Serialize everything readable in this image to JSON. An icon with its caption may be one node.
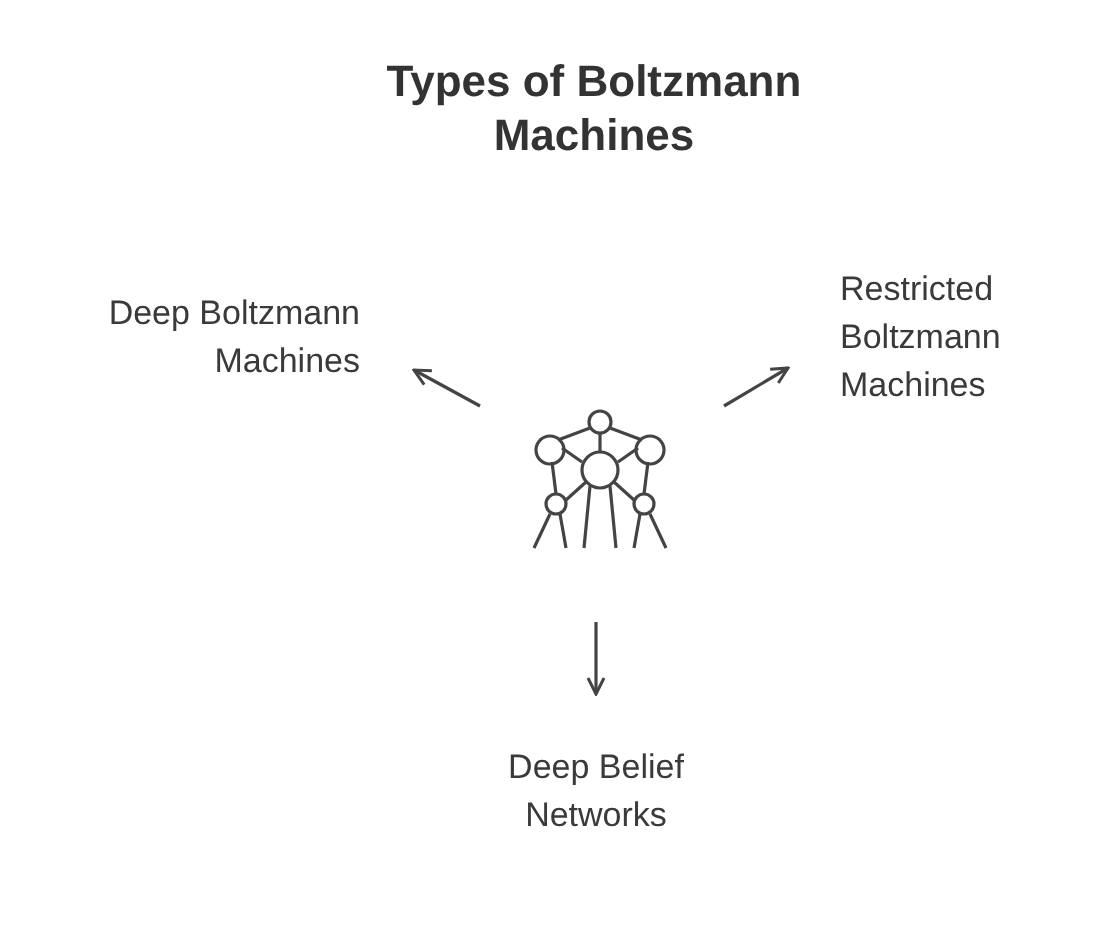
{
  "diagram": {
    "title": "Types of Boltzmann Machines",
    "nodes": [
      {
        "text": [],
        "shape": "picture"
      },
      {
        "text": [
          "Deep Boltzmann Machines"
        ]
      },
      {
        "text": [
          "Restricted Boltzmann Machines"
        ]
      },
      {
        "text": [
          "Deep Belief Networks"
        ]
      }
    ],
    "edges": [
      {
        "from": 0,
        "to": 1,
        "arrow": "to"
      },
      {
        "from": 0,
        "to": 2,
        "arrow": "to"
      },
      {
        "from": 0,
        "to": 3,
        "arrow": "to"
      }
    ]
  }
}
